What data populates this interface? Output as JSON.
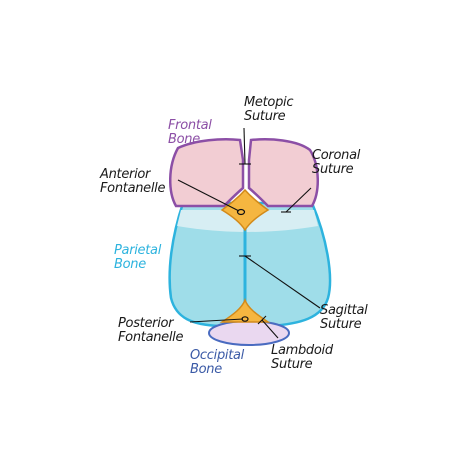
{
  "labels": {
    "frontal_bone": [
      "Frontal",
      "Bone"
    ],
    "metopic_suture": [
      "Metopic",
      "Suture"
    ],
    "coronal_suture": [
      "Coronal",
      "Suture"
    ],
    "anterior_fontanelle": [
      "Anterior",
      "Fontanelle"
    ],
    "parietal_bone": [
      "Parietal",
      "Bone"
    ],
    "sagittal_suture": [
      "Sagittal",
      "Suture"
    ],
    "posterior_fontanelle": [
      "Posterior",
      "Fontanelle"
    ],
    "lambdoid_suture": [
      "Lambdoid",
      "Suture"
    ],
    "occipital_bone": [
      "Occipital",
      "Bone"
    ]
  },
  "colors": {
    "frontal_fill": "#f2cdd3",
    "frontal_outline": "#8c4fa6",
    "parietal_fill": "#9fdde9",
    "parietal_outline": "#2db3de",
    "occipital_fill": "#ead8f0",
    "occipital_outline": "#4a6bc0",
    "fontanelle_fill": "#f5b640",
    "fontanelle_outline": "#d28a1a",
    "leader_line": "#111111"
  }
}
